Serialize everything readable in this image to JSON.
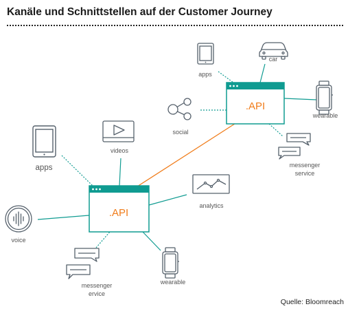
{
  "header": {
    "title": "Kanäle und Schnittstellen auf der Customer Journey"
  },
  "footer": {
    "source": "Quelle: Bloomreach"
  },
  "hubs": {
    "top": {
      "label": ".API"
    },
    "bottom": {
      "label": ".API"
    }
  },
  "nodes": {
    "apps_top": {
      "label": "apps",
      "icon": "tablet-icon"
    },
    "car": {
      "label": "car",
      "icon": "car-icon"
    },
    "social": {
      "label": "social",
      "icon": "share-icon"
    },
    "wearable_top": {
      "label": "wearable",
      "icon": "smartwatch-icon"
    },
    "messenger_top": {
      "label_1": "messenger",
      "label_2": "service",
      "icon": "chat-bubbles-icon"
    },
    "apps_bottom": {
      "label": "apps",
      "icon": "tablet-icon"
    },
    "videos": {
      "label": "videos",
      "icon": "video-play-icon"
    },
    "analytics": {
      "label": "analytics",
      "icon": "line-chart-icon"
    },
    "voice": {
      "label": "voice",
      "icon": "voice-icon"
    },
    "messenger_bottom": {
      "label_1": "messenger",
      "label_2": "ervice",
      "icon": "chat-bubbles-icon"
    },
    "wearable_bottom": {
      "label": "wearable",
      "icon": "smartwatch-icon"
    }
  },
  "colors": {
    "teal": "#0f9b91",
    "orange": "#f07c1a",
    "icon_stroke": "#55606b",
    "label_grey": "#555555"
  }
}
